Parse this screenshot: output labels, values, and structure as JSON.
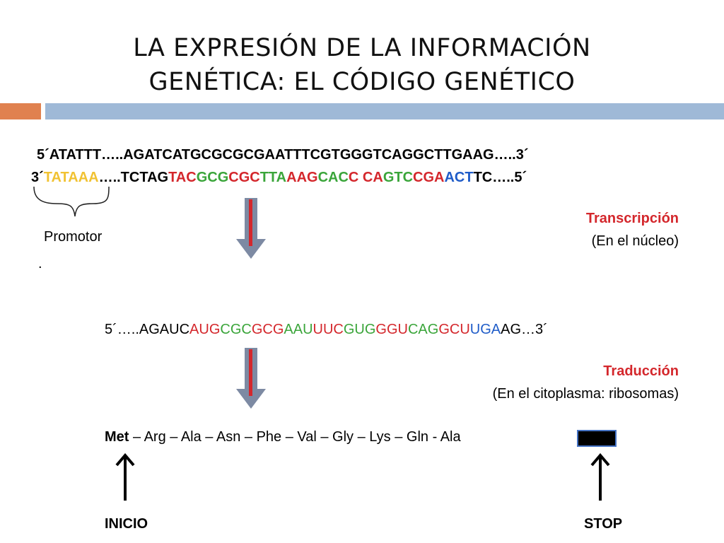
{
  "title": {
    "line1": "LA EXPRESIÓN DE LA INFORMACIÓN",
    "line2": "GENÉTICA: EL CÓDIGO GENÉTICO"
  },
  "colors": {
    "accent_orange": "#e0814f",
    "accent_blue": "#9fb9d7",
    "red": "#d4272c",
    "green": "#3aa53a",
    "blue": "#1f5cc8",
    "yellow": "#f1c232"
  },
  "dna": {
    "strand1": "5´ATATTT…..AGATCATGCGCGCGAATTTCGTGGGTCAGGCTTGAAG…..3´",
    "strand2_parts": [
      {
        "t": "3´",
        "c": "black"
      },
      {
        "t": "TATAAA",
        "c": "yellow"
      },
      {
        "t": "…..TCTAG",
        "c": "black"
      },
      {
        "t": "TAC",
        "c": "red"
      },
      {
        "t": "GCG",
        "c": "green"
      },
      {
        "t": "CGC",
        "c": "red"
      },
      {
        "t": "TTA",
        "c": "green"
      },
      {
        "t": "AAG",
        "c": "red"
      },
      {
        "t": "CAC",
        "c": "green"
      },
      {
        "t": "C ",
        "c": "red"
      },
      {
        "t": "CA",
        "c": "red"
      },
      {
        "t": "GTC",
        "c": "green"
      },
      {
        "t": "CGA",
        "c": "red"
      },
      {
        "t": "ACT",
        "c": "blue"
      },
      {
        "t": "TC…..5´",
        "c": "black"
      }
    ]
  },
  "promotor_label": "Promotor",
  "dot": ".",
  "transcription": {
    "title": "Transcripción",
    "subtitle": "(En el núcleo)"
  },
  "mrna_parts": [
    {
      "t": "5´…..AGAUC",
      "c": "black"
    },
    {
      "t": "AUG",
      "c": "red"
    },
    {
      "t": "CGC",
      "c": "green"
    },
    {
      "t": "GCG",
      "c": "red"
    },
    {
      "t": "AAU",
      "c": "green"
    },
    {
      "t": "UUC",
      "c": "red"
    },
    {
      "t": "GUG",
      "c": "green"
    },
    {
      "t": "GGU",
      "c": "red"
    },
    {
      "t": "CAG",
      "c": "green"
    },
    {
      "t": "GCU",
      "c": "red"
    },
    {
      "t": "UGA",
      "c": "blue"
    },
    {
      "t": "AG…3´",
      "c": "black"
    }
  ],
  "translation": {
    "title": "Traducción",
    "subtitle": "(En el citoplasma: ribosomas)"
  },
  "protein": {
    "start": "Met",
    "rest": " – Arg – Ala – Asn – Phe – Val – Gly – Lys – Gln - Ala"
  },
  "start_label": "INICIO",
  "stop_label": "STOP"
}
